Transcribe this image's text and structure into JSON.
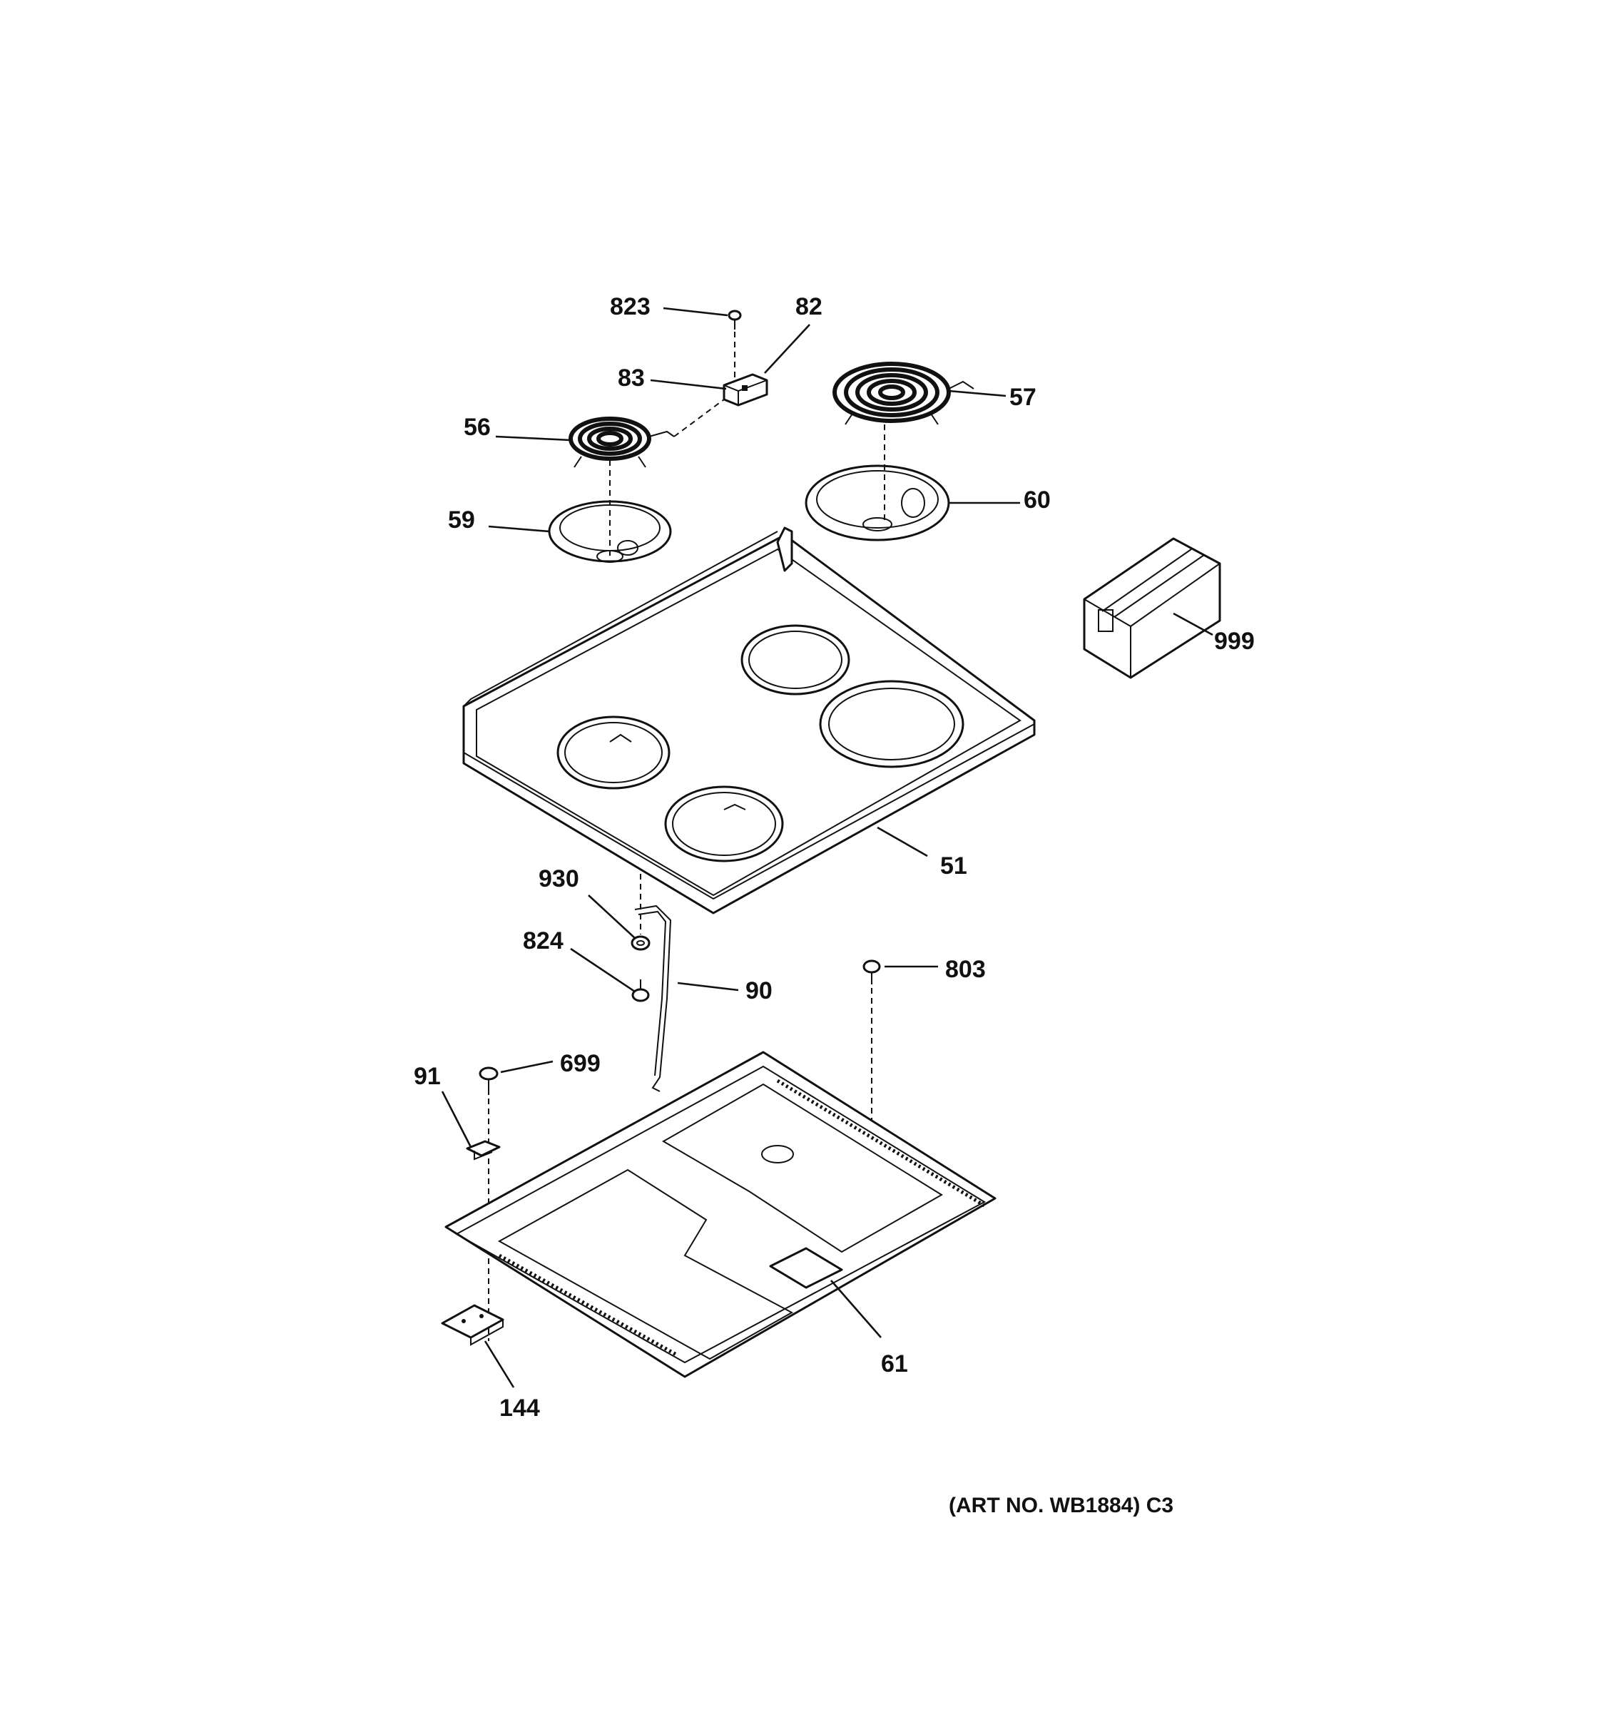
{
  "callouts": {
    "c823": "823",
    "c82": "82",
    "c83": "83",
    "c57": "57",
    "c56": "56",
    "c59": "59",
    "c60": "60",
    "c999": "999",
    "c51": "51",
    "c930": "930",
    "c824": "824",
    "c90": "90",
    "c803": "803",
    "c91": "91",
    "c699": "699",
    "c61": "61",
    "c144": "144"
  },
  "art_number": "(ART NO. WB1884) C3"
}
